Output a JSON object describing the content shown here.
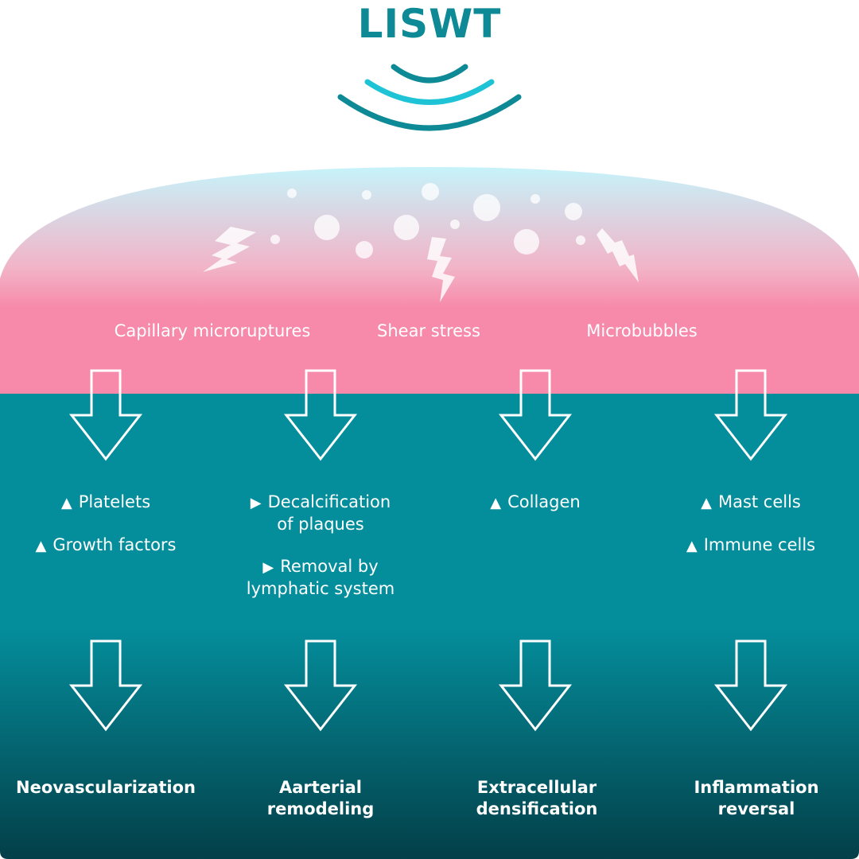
{
  "title": "LISWT",
  "stimuli": [
    {
      "label": "Capillary microruptures"
    },
    {
      "label": "Shear stress"
    },
    {
      "label": "Microbubbles"
    }
  ],
  "columns": [
    {
      "effects": [
        {
          "marker": "▲",
          "text": "Platelets"
        },
        {
          "marker": "▲",
          "text": "Growth factors"
        }
      ],
      "outcome": "Neovascularization"
    },
    {
      "effects": [
        {
          "marker": "▶",
          "line1": "Decalcification",
          "line2": "of plaques"
        },
        {
          "marker": "▶",
          "line1": "Removal by",
          "line2": "lymphatic system"
        }
      ],
      "outcome": "Aarterial remodeling"
    },
    {
      "effects": [
        {
          "marker": "▲",
          "text": "Collagen"
        }
      ],
      "outcome": "Extracellular densification"
    },
    {
      "effects": [
        {
          "marker": "▲",
          "text": "Mast cells"
        },
        {
          "marker": "▲",
          "text": "Immune cells"
        }
      ],
      "outcome": "Inflammation reversal"
    }
  ],
  "colors": {
    "title": "#0d8a95",
    "wave_dark": "#0d8a95",
    "wave_light": "#1fc3d6",
    "dome_top": "#c6f3fa",
    "dome_pink": "#f78aaa",
    "body_teal": "#048e9c",
    "body_dark": "#033f48"
  }
}
